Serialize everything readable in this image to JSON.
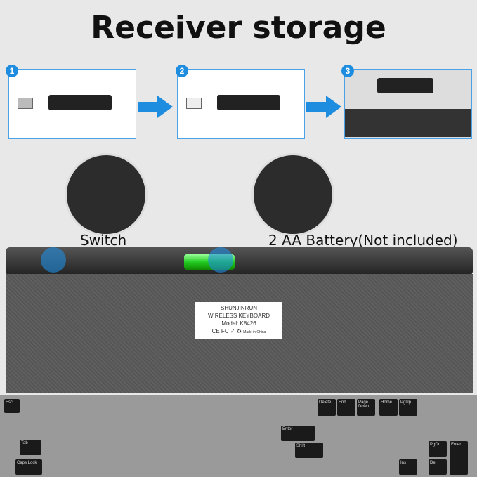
{
  "title": "Receiver storage",
  "steps": [
    {
      "number": "1"
    },
    {
      "number": "2"
    },
    {
      "number": "3"
    }
  ],
  "labels": {
    "switch": "Switch",
    "battery": "2 AA Battery(Not included)"
  },
  "sticker": {
    "brand": "SHUNJINRUN",
    "product": "WIRELESS KEYBOARD",
    "model": "Model: K8426",
    "marks": "CE FC ✓ ♻",
    "origin": "Made in China"
  },
  "keys": [
    "Esc",
    "Delete",
    "End",
    "Page Down",
    "Home",
    "PgUp",
    "Enter",
    "Shift",
    "Tab",
    "Caps Lock",
    "PgDn",
    "Del",
    "Ins",
    "Enter"
  ],
  "accent": "#1e8de0"
}
